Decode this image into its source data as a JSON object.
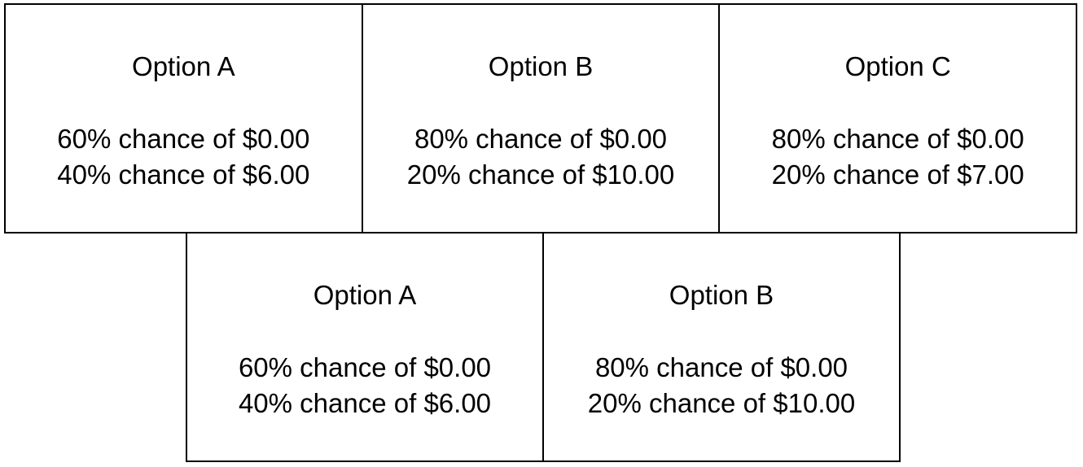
{
  "top_row": [
    {
      "title": "Option A",
      "lines": [
        "60% chance of $0.00",
        "40% chance of $6.00"
      ]
    },
    {
      "title": "Option B",
      "lines": [
        "80% chance of $0.00",
        "20% chance of $10.00"
      ]
    },
    {
      "title": "Option C",
      "lines": [
        "80% chance of $0.00",
        "20% chance of $7.00"
      ]
    }
  ],
  "bottom_row": [
    {
      "title": "Option A",
      "lines": [
        "60% chance of $0.00",
        "40% chance of $6.00"
      ]
    },
    {
      "title": "Option B",
      "lines": [
        "80% chance of $0.00",
        "20% chance of $10.00"
      ]
    }
  ]
}
